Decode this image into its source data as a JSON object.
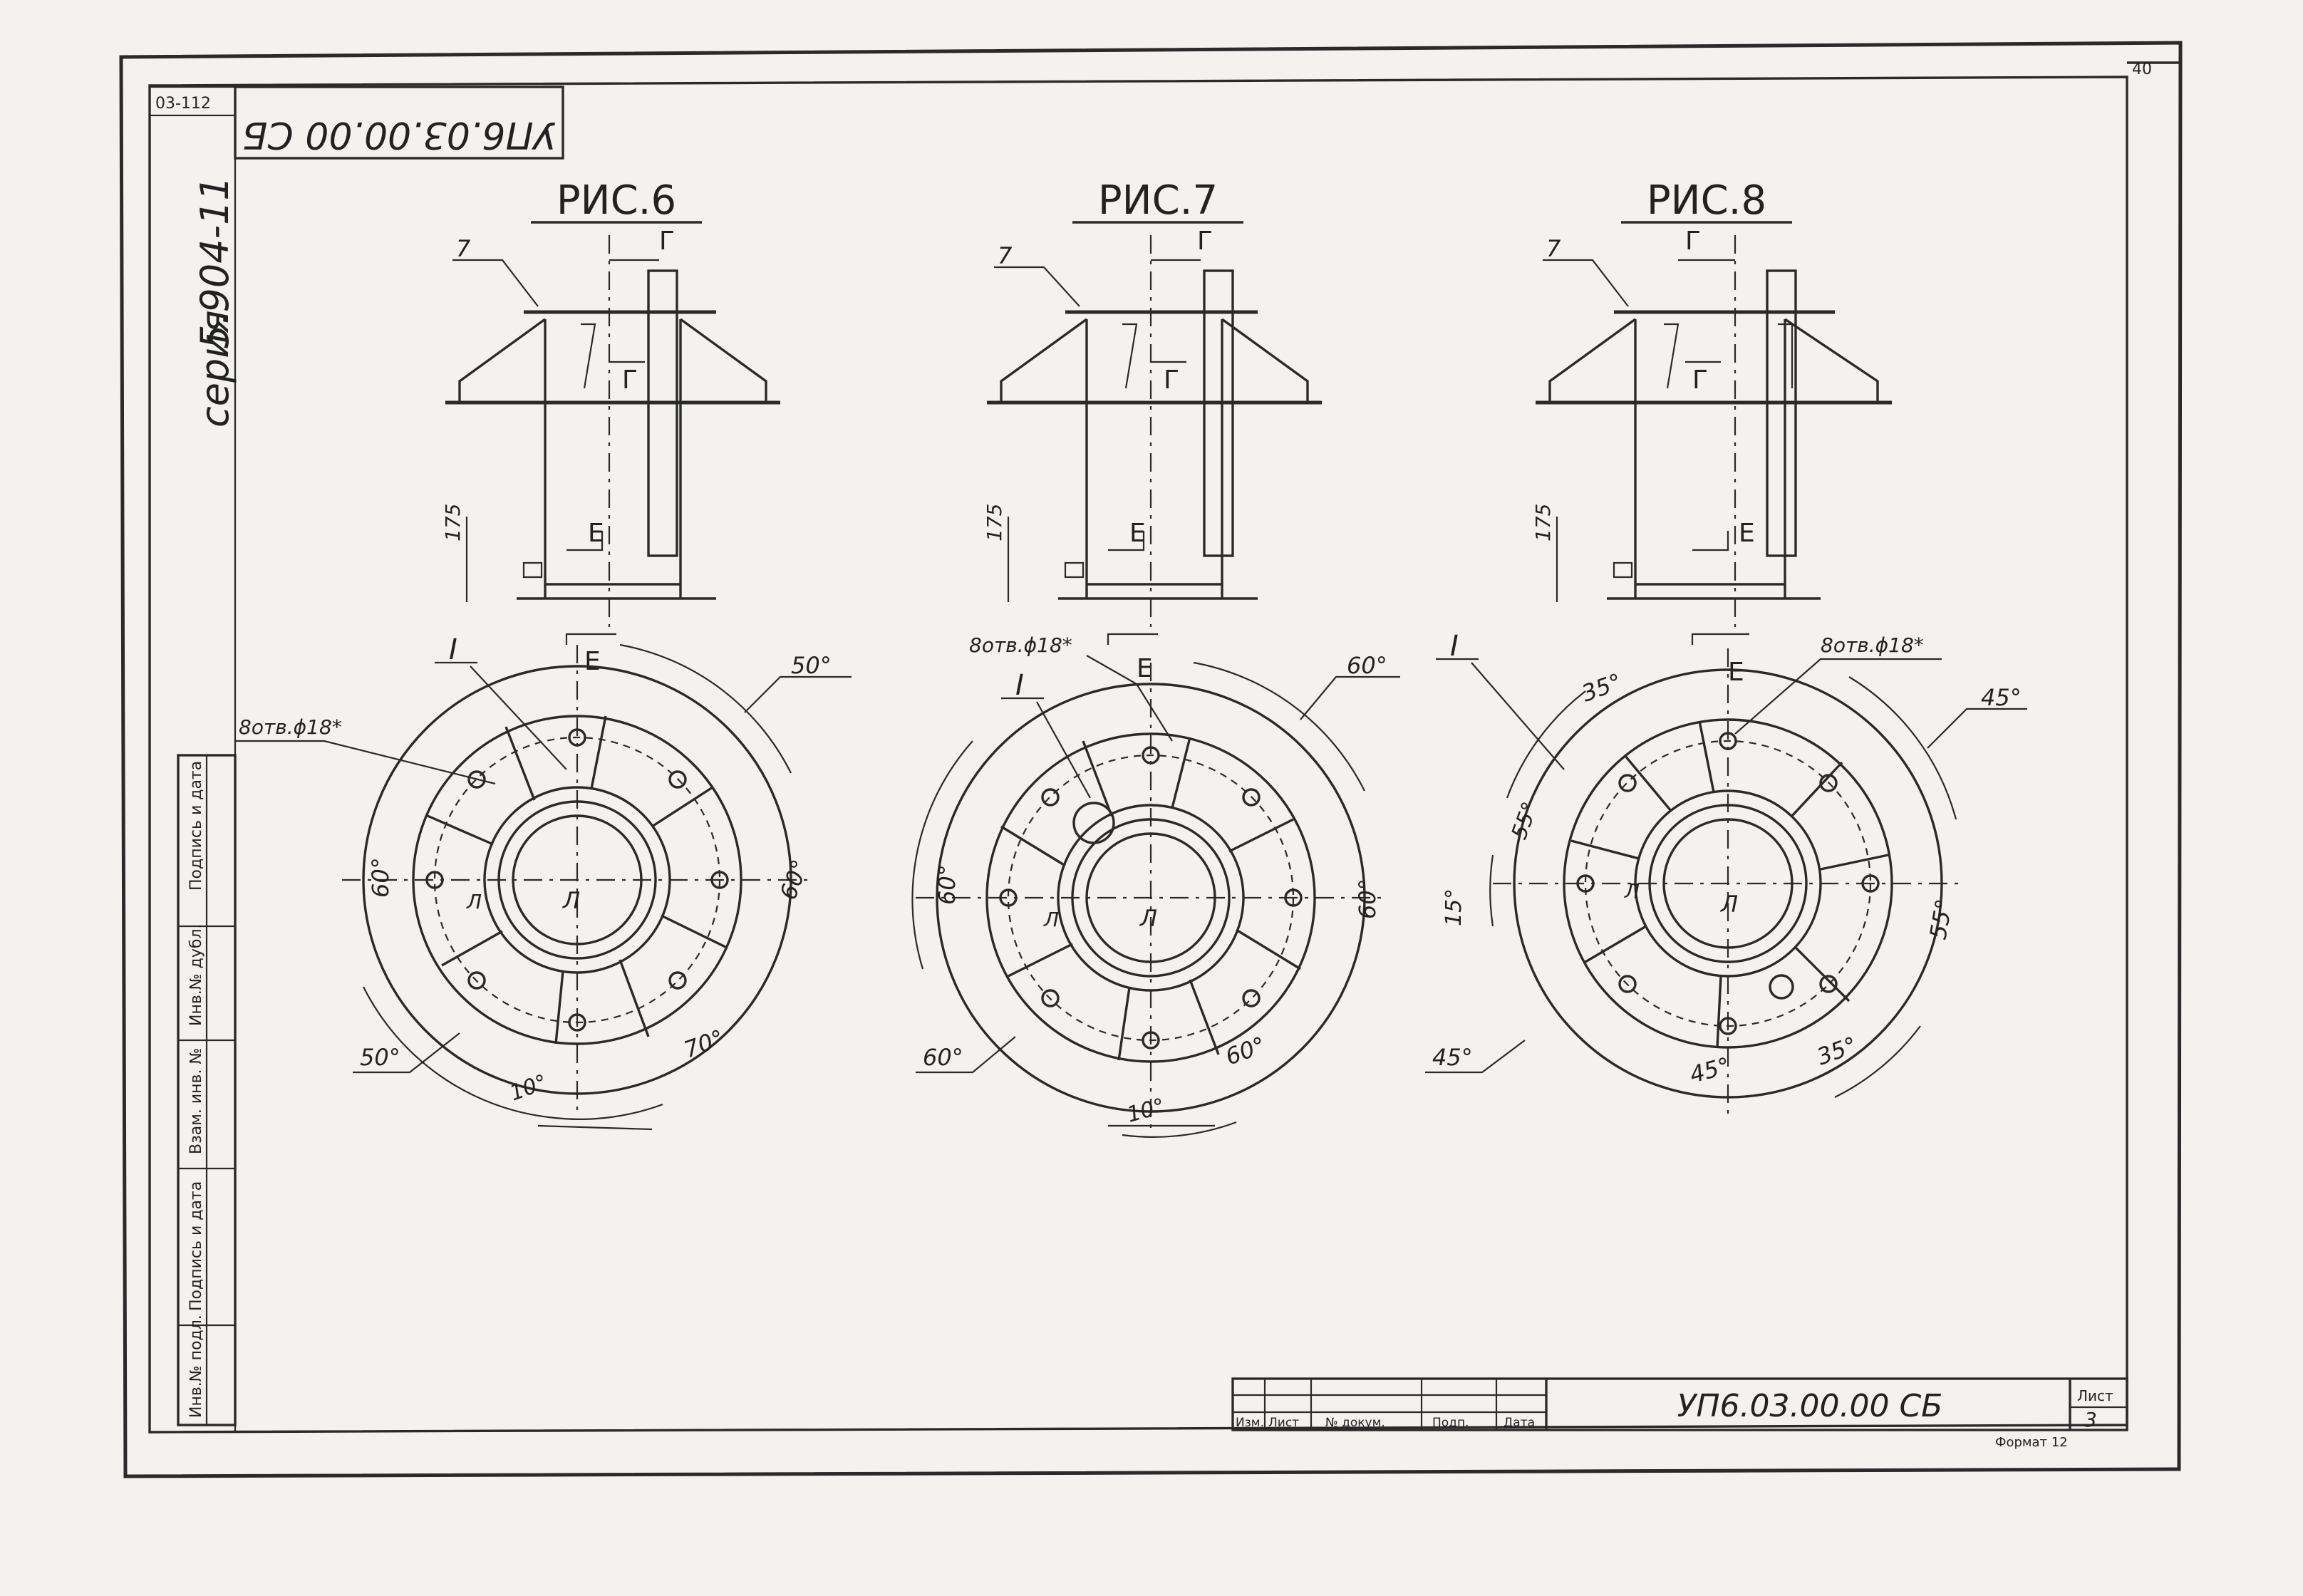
{
  "sheet": {
    "corner_number": "40",
    "stamp_code": "УП6.03.00.00 СБ",
    "series_label": "серия",
    "series_number": "5.904-11",
    "small_top_code": "03-112"
  },
  "side_table": {
    "cells": [
      "Подпись и дата",
      "Инв.№ дубл.",
      "Взам. инв. №",
      "Подпись и дата",
      "Инв.№ подл."
    ]
  },
  "title_block": {
    "designation": "УП6.03.00.00 СБ",
    "sheet_label": "Лист",
    "sheet_number": "3",
    "columns": [
      "Изм.",
      "Лист",
      "№ докум.",
      "Подп.",
      "Дата"
    ],
    "format_label": "Формат 12"
  },
  "figures": [
    {
      "title": "РИС.6",
      "part_label": "7",
      "section_g": "Г",
      "section_e": "Е",
      "dim_175": "175",
      "view_label": "I",
      "holes_label": "8отв.ϕ18*",
      "section_l": "Л",
      "angles": [
        "50°",
        "60°",
        "60°",
        "50°",
        "70°",
        "10°"
      ]
    },
    {
      "title": "РИС.7",
      "part_label": "7",
      "section_g": "Г",
      "section_e": "Е",
      "dim_175": "175",
      "view_label": "I",
      "holes_label": "8отв.ϕ18*",
      "section_l": "Л",
      "angles": [
        "60°",
        "60°",
        "60°",
        "60°",
        "60°",
        "10°"
      ]
    },
    {
      "title": "РИС.8",
      "part_label": "7",
      "section_g": "Г",
      "section_e": "Е",
      "dim_175": "175",
      "view_label": "I",
      "holes_label": "8отв.ϕ18*",
      "section_l": "Л",
      "angles": [
        "35°",
        "45°",
        "55°",
        "15°",
        "45°",
        "45°",
        "35°",
        "55°"
      ]
    }
  ]
}
